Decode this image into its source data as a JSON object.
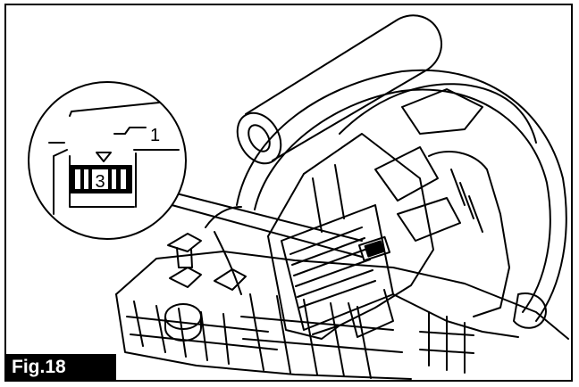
{
  "figure": {
    "label": "Fig.18",
    "callout_number": "1",
    "dial_value": "3"
  }
}
